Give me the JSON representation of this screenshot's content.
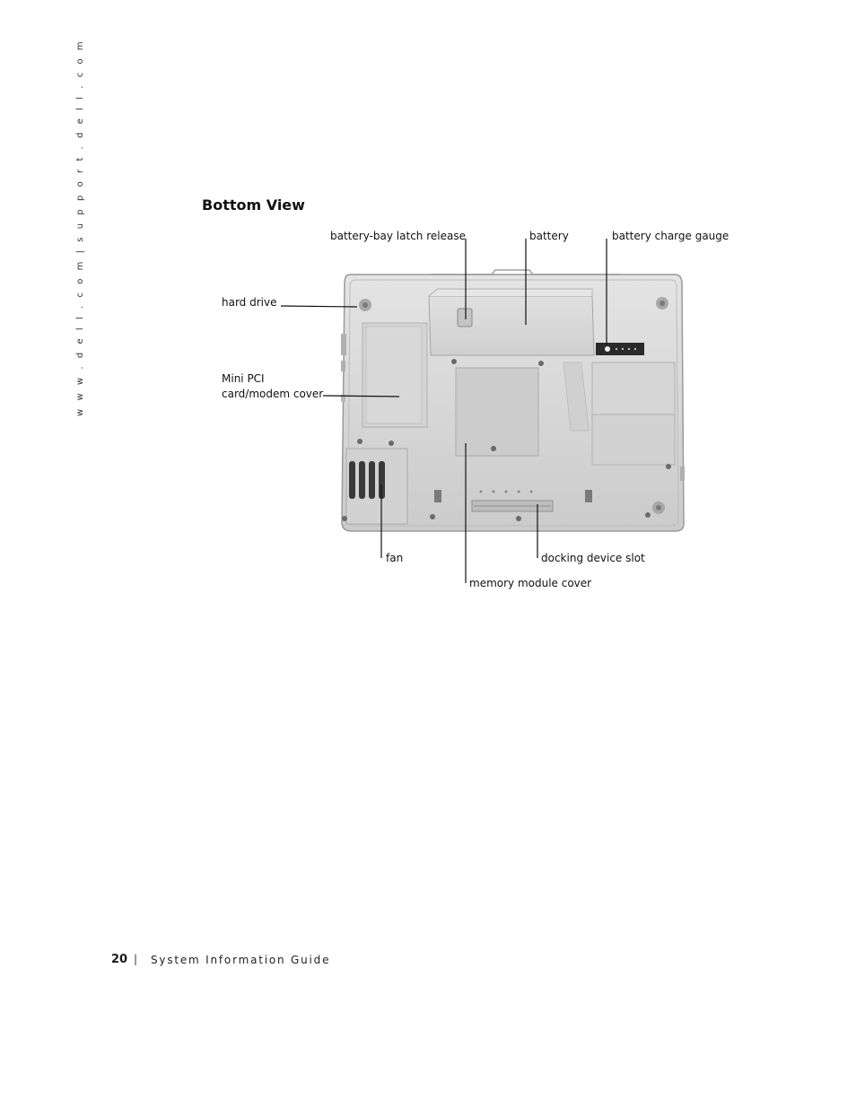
{
  "sidebar": {
    "url_text": "w w w . d e l l . c o m  |  s u p p o r t . d e l l . c o m"
  },
  "section": {
    "title": "Bottom View"
  },
  "callouts": {
    "battery_bay_latch_release": "battery-bay latch release",
    "battery": "battery",
    "battery_charge_gauge": "battery charge gauge",
    "hard_drive": "hard drive",
    "mini_pci_line1": "Mini PCI",
    "mini_pci_line2": "card/modem cover",
    "fan": "fan",
    "docking_device_slot": "docking device slot",
    "memory_module_cover": "memory module cover"
  },
  "footer": {
    "page_number": "20",
    "separator": "|",
    "guide_title": "System Information Guide"
  },
  "colors": {
    "laptop_body": "#d9d9d9",
    "laptop_edge": "#9a9a9a",
    "panel": "#cfcfcf",
    "leader_line": "#111111"
  }
}
